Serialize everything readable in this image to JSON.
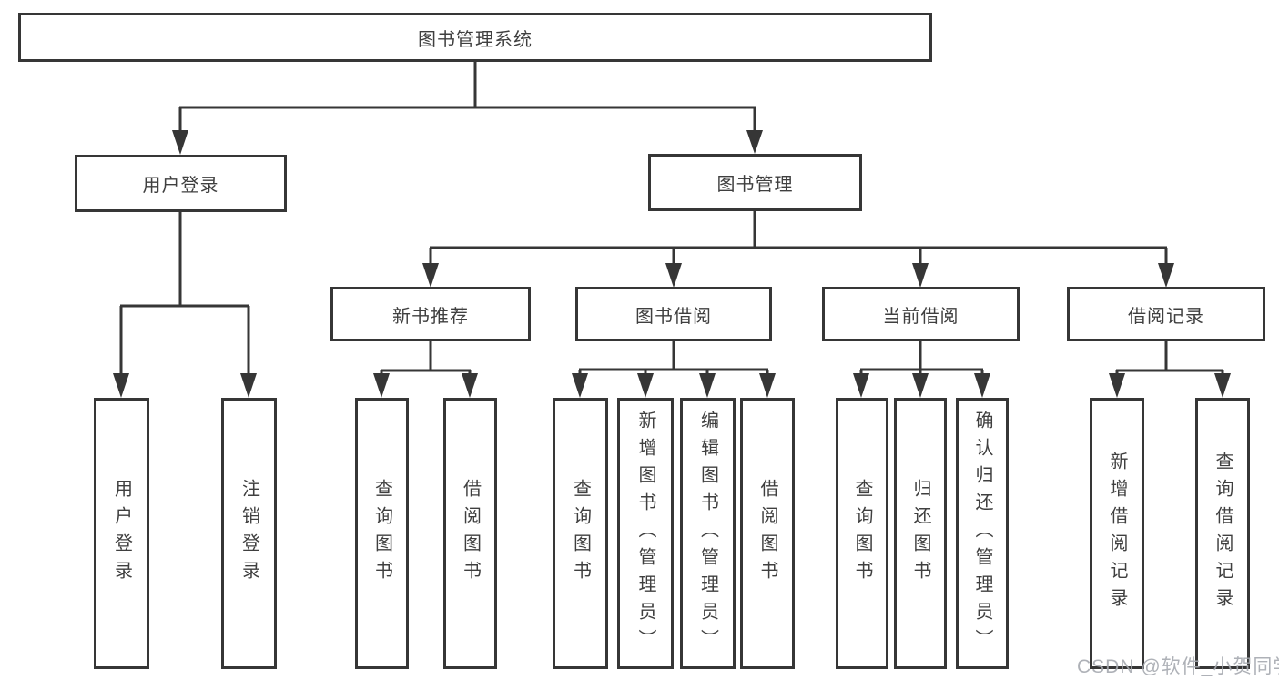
{
  "diagram": {
    "root": {
      "label": "图书管理系统",
      "children": [
        {
          "label": "用户登录",
          "children": [
            {
              "label": "用户登录"
            },
            {
              "label": "注销登录"
            }
          ]
        },
        {
          "label": "图书管理",
          "children": [
            {
              "label": "新书推荐",
              "children": [
                {
                  "label": "查询图书"
                },
                {
                  "label": "借阅图书"
                }
              ]
            },
            {
              "label": "图书借阅",
              "children": [
                {
                  "label": "查询图书"
                },
                {
                  "label": "新增图书（管理员）"
                },
                {
                  "label": "编辑图书（管理员）"
                },
                {
                  "label": "借阅图书"
                }
              ]
            },
            {
              "label": "当前借阅",
              "children": [
                {
                  "label": "查询图书"
                },
                {
                  "label": "归还图书"
                },
                {
                  "label": "确认归还（管理员）"
                }
              ]
            },
            {
              "label": "借阅记录",
              "children": [
                {
                  "label": "新增借阅记录"
                },
                {
                  "label": "查询借阅记录"
                }
              ]
            }
          ]
        }
      ]
    }
  },
  "watermark": {
    "text": "CSDN @软件_小贺同学"
  },
  "colors": {
    "line": "#363636",
    "text": "#3f3f3f",
    "watermark": "#a5a8af",
    "background": "#ffffff"
  }
}
